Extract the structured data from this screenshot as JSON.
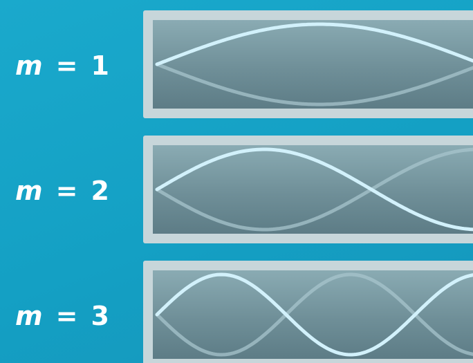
{
  "modes": [
    {
      "variable": "m",
      "equals": "=",
      "value": "1",
      "half_wavelengths": 1
    },
    {
      "variable": "m",
      "equals": "=",
      "value": "2",
      "half_wavelengths": 2
    },
    {
      "variable": "m",
      "equals": "=",
      "value": "3",
      "half_wavelengths": 3
    }
  ],
  "colors": {
    "background": "#14a0c4",
    "frame": "#c7d6da",
    "panel_top": "#8aabb3",
    "panel_bottom": "#5d7c86",
    "wave_front": "#d2f1fb",
    "wave_back": "#a7c4cc",
    "label": "#ffffff"
  }
}
